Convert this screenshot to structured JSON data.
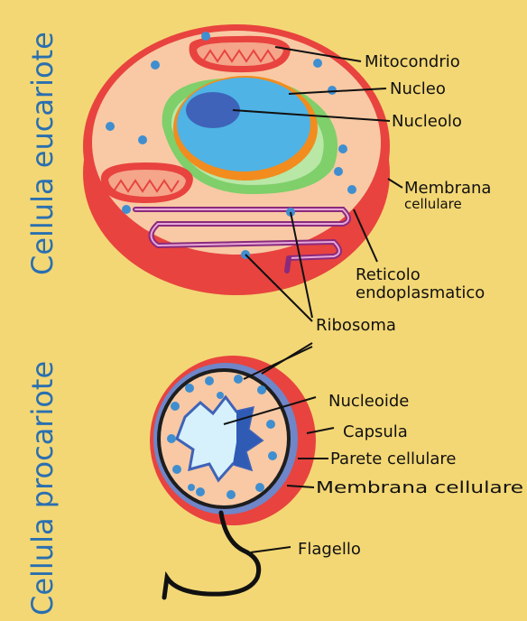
{
  "side_labels": {
    "eukaryote": "Cellula eucariote",
    "prokaryote": "Cellula procariote"
  },
  "labels": {
    "mitocondrio": "Mitocondrio",
    "nucleo": "Nucleo",
    "nucleolo": "Nucleolo",
    "membrana_line1": "Membrana",
    "membrana_line2": "cellulare",
    "reticolo_line1": "Reticolo",
    "reticolo_line2": "endoplasmatico",
    "ribosoma": "Ribosoma",
    "nucleoide": "Nucleoide",
    "capsula": "Capsula",
    "parete": "Parete cellulare",
    "membrana_pro": "Membrana cellulare",
    "flagello": "Flagello"
  },
  "colors": {
    "background": "#f3d774",
    "outer_membrane": "#e8433f",
    "cytoplasm": "#f8c9a4",
    "nucleus": "#4fb3e6",
    "nucleolus": "#3e63b8",
    "er": "#8a2a7d",
    "golgi": "#7fcf6a",
    "ribosome": "#3f8ed0",
    "side_text": "#2a6fb0"
  }
}
